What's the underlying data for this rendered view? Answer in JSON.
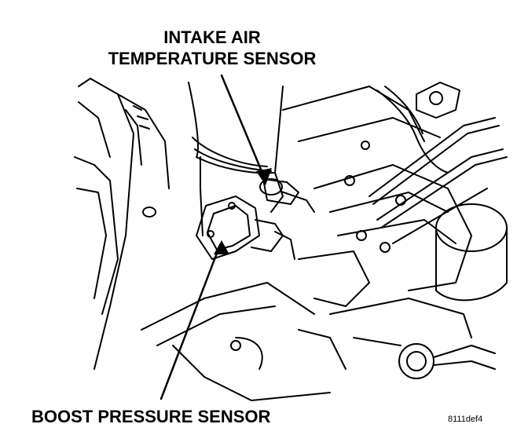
{
  "labels": {
    "intake_air_temperature_sensor_line1": "INTAKE AIR",
    "intake_air_temperature_sensor_line2": "TEMPERATURE SENSOR",
    "boost_pressure_sensor": "BOOST PRESSURE SENSOR",
    "figure_code": "8111def4"
  },
  "colors": {
    "ink": "#000000",
    "paper": "#ffffff"
  }
}
